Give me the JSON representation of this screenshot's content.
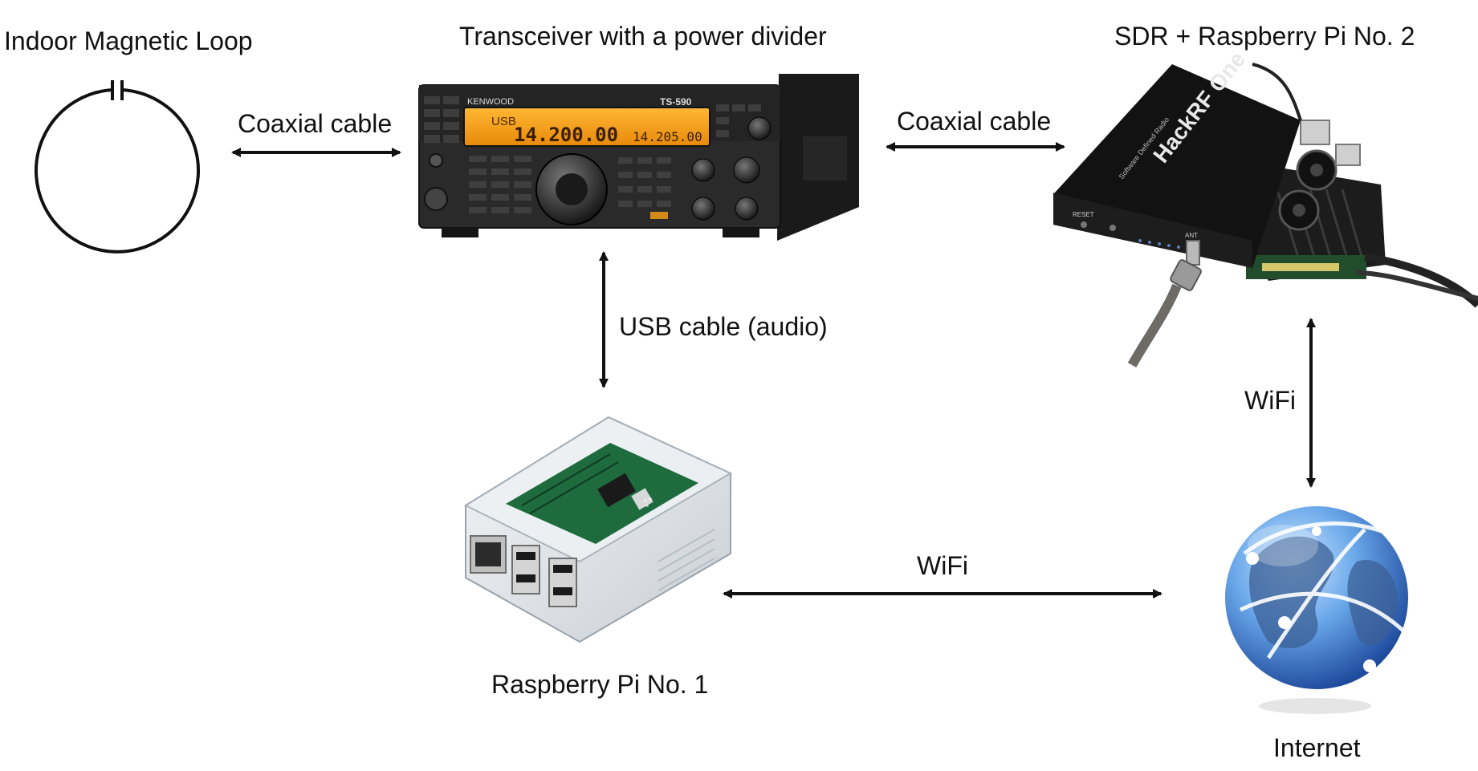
{
  "labels": {
    "loop": "Indoor Magnetic Loop",
    "transceiver": "Transceiver with a power divider",
    "sdr": "SDR + Raspberry Pi No. 2",
    "coax_left": "Coaxial cable",
    "coax_right": "Coaxial cable",
    "usb": "USB cable (audio)",
    "wifi_right": "WiFi",
    "wifi_bottom": "WiFi",
    "rpi1": "Raspberry Pi No. 1",
    "internet": "Internet"
  },
  "radio": {
    "brand": "KENWOOD",
    "model": "TS-590",
    "mode": "USB",
    "frequency_main": "14.200.00",
    "frequency_sub": "14.205.00"
  },
  "sdr_device": {
    "brand": "HackRF One",
    "subtitle": "Software Defined Radio",
    "reset": "RESET",
    "antenna": "ANT"
  },
  "colors": {
    "line": "#111111",
    "radio_display": "#f7a01c",
    "radio_body": "#2a2a2a",
    "case": "#111111",
    "pcb": "#1e6b3e",
    "globe_light": "#8ec5f5",
    "globe_dark": "#1f4fa8",
    "land": "#4a6fa0"
  }
}
